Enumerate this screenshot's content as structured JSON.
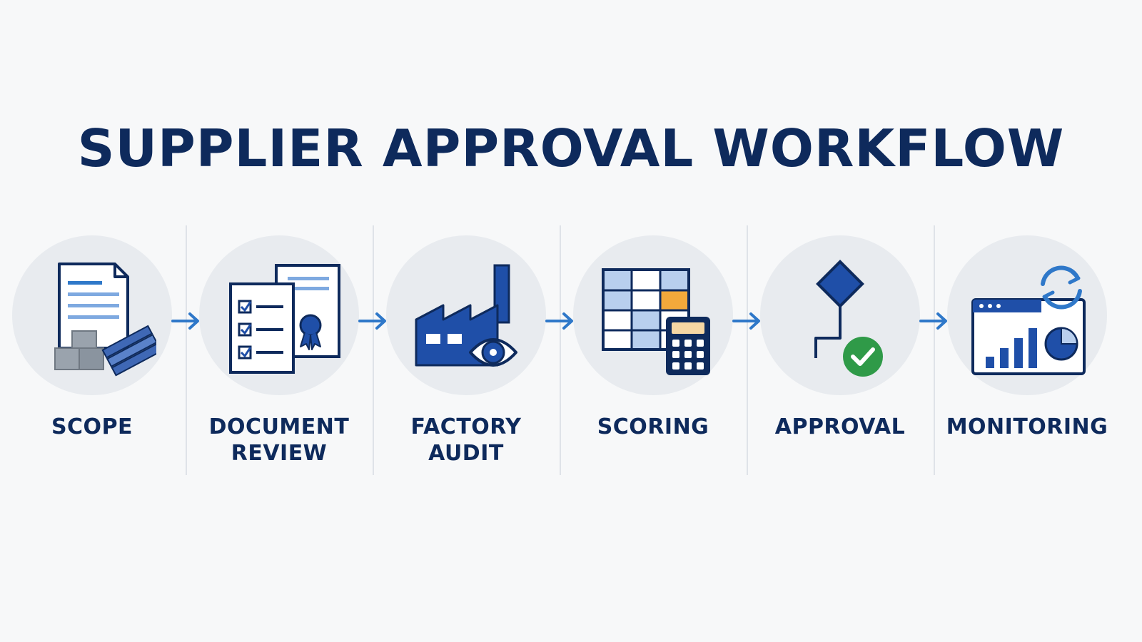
{
  "title": "SUPPLIER APPROVAL WORKFLOW",
  "colors": {
    "navy": "#0e2a5c",
    "blue": "#1f4fa8",
    "light_blue": "#b8cfee",
    "arrow_blue": "#2f78c9",
    "orange": "#f2a93b",
    "green": "#2f9a48",
    "gray": "#8a949f",
    "circle_bg": "#e8ebef"
  },
  "steps": [
    {
      "lines": [
        "SCOPE"
      ],
      "icon": "document-with-materials-icon"
    },
    {
      "lines": [
        "DOCUMENT",
        "REVIEW"
      ],
      "icon": "checklist-certificate-icon"
    },
    {
      "lines": [
        "FACTORY",
        "AUDIT"
      ],
      "icon": "factory-inspection-icon"
    },
    {
      "lines": [
        "SCORING"
      ],
      "icon": "spreadsheet-calculator-icon"
    },
    {
      "lines": [
        "APPROVAL"
      ],
      "icon": "decision-approved-icon"
    },
    {
      "lines": [
        "MONITORING"
      ],
      "icon": "dashboard-refresh-icon"
    }
  ]
}
